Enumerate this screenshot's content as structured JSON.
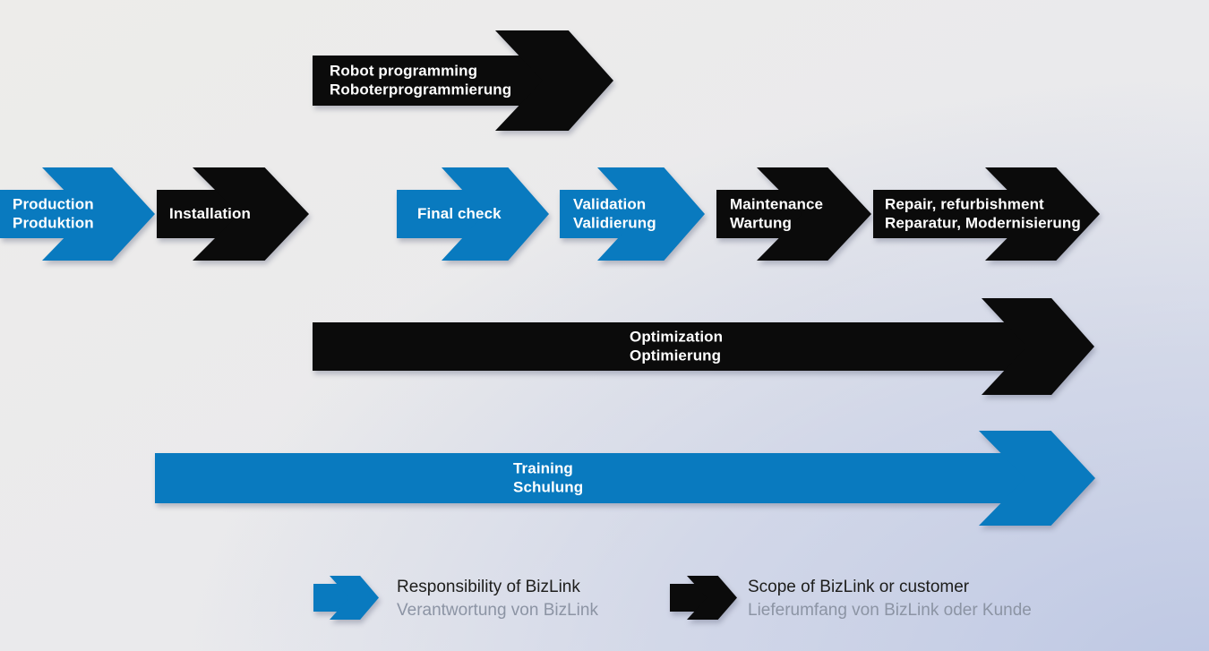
{
  "colors": {
    "bizlink_blue": "#097abf",
    "arrow_black": "#0b0b0b",
    "arrow_text": "#ffffff",
    "legend_dark": "#1d1d1b",
    "legend_gray": "#8c94a4",
    "bg_top_left": "#edecea",
    "bg_bottom_right": "#bdc7e3"
  },
  "arrows": {
    "robot_programming": {
      "line1": "Robot programming",
      "line2": "Roboterprogrammierung",
      "color": "black"
    },
    "production": {
      "line1": "Production",
      "line2": "Produktion",
      "color": "blue"
    },
    "installation": {
      "line1": "Installation",
      "color": "black"
    },
    "final_check": {
      "line1": "Final check",
      "color": "blue"
    },
    "validation": {
      "line1": "Validation",
      "line2": "Validierung",
      "color": "blue"
    },
    "maintenance": {
      "line1": "Maintenance",
      "line2": "Wartung",
      "color": "black"
    },
    "repair": {
      "line1": "Repair, refurbishment",
      "line2": "Reparatur, Modernisierung",
      "color": "black"
    },
    "optimization": {
      "line1": "Optimization",
      "line2": "Optimierung",
      "color": "black"
    },
    "training": {
      "line1": "Training",
      "line2": "Schulung",
      "color": "blue"
    }
  },
  "legend": {
    "responsibility": {
      "line1": "Responsibility of BizLink",
      "line2": "Verantwortung von BizLink"
    },
    "scope": {
      "line1": "Scope of BizLink or customer",
      "line2": "Lieferumfang von BizLink oder Kunde"
    }
  }
}
